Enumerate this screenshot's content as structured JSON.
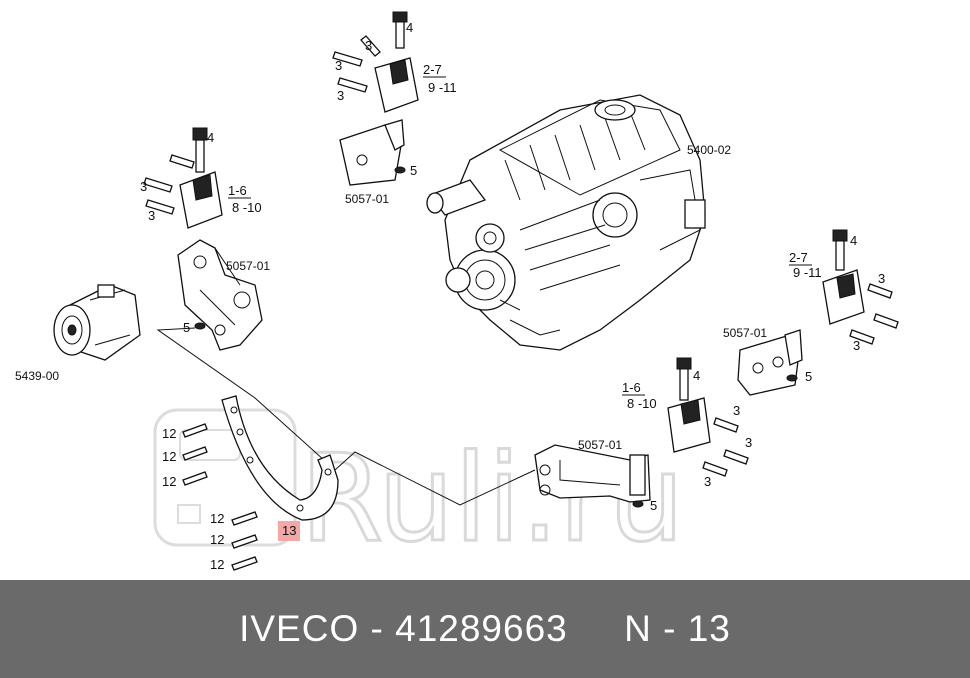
{
  "watermark": "Ruli.ru",
  "footer": {
    "text": "IVECO - 41289663     N - 13"
  },
  "labels": {
    "engine": "5400-02",
    "compressor": "5439-00",
    "bracket_top": "5057-01",
    "bracket_left": "5057-01",
    "bracket_right": "5057-01",
    "bracket_bottom": "5057-01",
    "highlight": "13"
  },
  "mounts": {
    "top": {
      "range_a": "2-7",
      "range_b": "9 -11",
      "bolt_top": "4",
      "bolt_side_1": "3",
      "bolt_side_2": "3",
      "bolt_side_3": "3",
      "nut": "5"
    },
    "left": {
      "range_a": "1-6",
      "range_b": "8 -10",
      "bolt_top": "4",
      "bolt_side_1": "3",
      "bolt_side_2": "3",
      "nut": "5"
    },
    "right": {
      "range_a": "2-7",
      "range_b": "9 -11",
      "bolt_top": "4",
      "bolt_side_1": "3",
      "bolt_side_2": "3",
      "nut": "5"
    },
    "bottom": {
      "range_a": "1-6",
      "range_b": "8 -10",
      "bolt_top": "4",
      "bolt_side_1": "3",
      "bolt_side_2": "3",
      "bolt_side_3": "3",
      "nut": "5"
    }
  },
  "screws": [
    "12",
    "12",
    "12",
    "12",
    "12",
    "12"
  ]
}
